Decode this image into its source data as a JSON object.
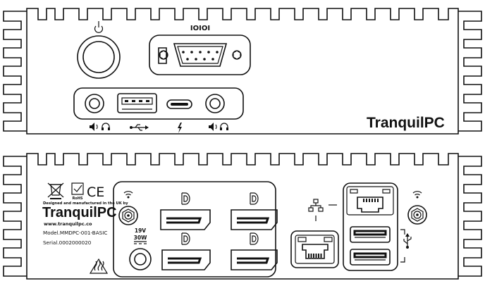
{
  "front_panel": {
    "brand": "TranquilPC",
    "serial_port_label": "IOIOI",
    "icons": [
      "power-icon",
      "serial-icon",
      "audio-headphone-icon",
      "usb-icon",
      "thunderbolt-icon",
      "audio-headphone-icon"
    ]
  },
  "rear_panel": {
    "brand": "TranquilPC",
    "designed_text": "Designed and manufactured in the UK by",
    "website": "www.tranquilpc.co",
    "model": "Model.MMDPC-001-BASIC",
    "serial": "Serial.0002000020",
    "power_volts": "19V",
    "power_watts": "30W",
    "compliance_marks": [
      "weee-icon",
      "rohs-icon",
      "ce-icon"
    ],
    "rohs_label": "RoHS",
    "ce_label": "CE",
    "icons": [
      "wifi-icon",
      "displayport-icon",
      "ethernet-icon",
      "usb-icon",
      "hot-surface-icon"
    ]
  }
}
